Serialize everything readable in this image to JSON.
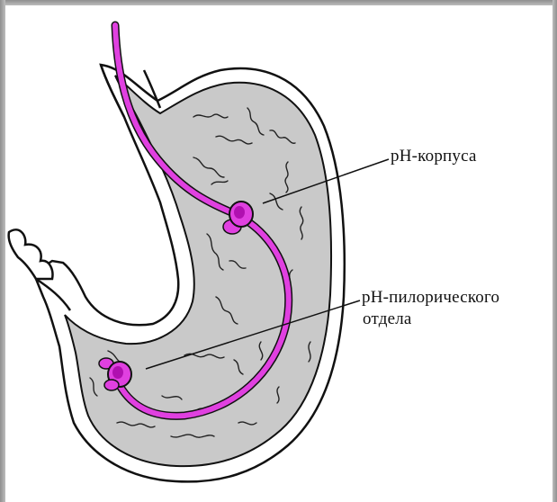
{
  "labels": {
    "corpus_ph": "pH-корпуса",
    "pyloric_ph_line1": "pH-пилорического",
    "pyloric_ph_line2": "отдела"
  },
  "colors": {
    "probe": "#e040e0",
    "probe_dark": "#b010b0",
    "stomach_fill": "#c8c8c8",
    "outline": "#111111"
  }
}
